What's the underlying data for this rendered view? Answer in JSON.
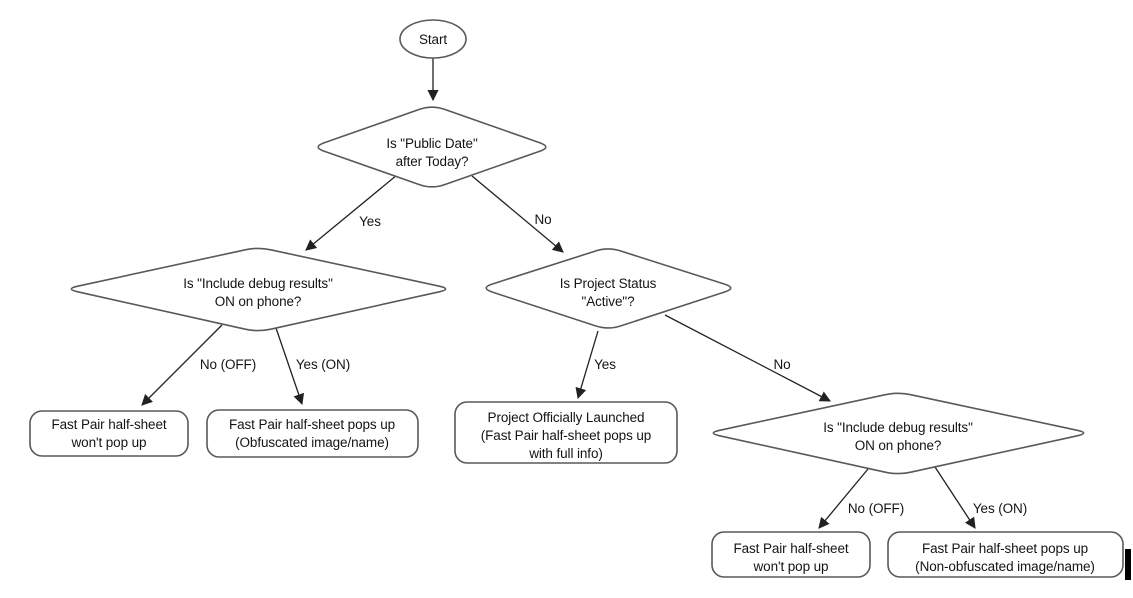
{
  "colors": {
    "background": "#ffffff",
    "shape_fill": "#ffffff",
    "shape_stroke": "#595959",
    "edge_stroke": "#212121",
    "text": "#141414",
    "cursor_bar": "#000000"
  },
  "nodes": {
    "start": {
      "label": "Start"
    },
    "public_date": {
      "line1": "Is \"Public Date\"",
      "line2": "after Today?"
    },
    "debug_left": {
      "line1": "Is \"Include debug results\"",
      "line2": "ON on phone?"
    },
    "project_status": {
      "line1": "Is Project Status",
      "line2": "\"Active\"?"
    },
    "debug_right": {
      "line1": "Is \"Include debug results\"",
      "line2": "ON on phone?"
    },
    "no_popup_left": {
      "line1": "Fast Pair half-sheet",
      "line2": "won't pop up"
    },
    "popup_obfuscated": {
      "line1": "Fast Pair half-sheet pops up",
      "line2": "(Obfuscated image/name)"
    },
    "launched": {
      "line1": "Project Officially Launched",
      "line2": "(Fast Pair half-sheet pops up",
      "line3": "with full info)"
    },
    "no_popup_right": {
      "line1": "Fast Pair half-sheet",
      "line2": "won't pop up"
    },
    "popup_nonobfuscated": {
      "line1": "Fast Pair half-sheet pops up",
      "line2": "(Non-obfuscated image/name)"
    }
  },
  "edge_labels": {
    "public_date_yes": "Yes",
    "public_date_no": "No",
    "debug_left_no": "No (OFF)",
    "debug_left_yes": "Yes (ON)",
    "project_status_yes": "Yes",
    "project_status_no": "No",
    "debug_right_no": "No (OFF)",
    "debug_right_yes": "Yes (ON)"
  }
}
